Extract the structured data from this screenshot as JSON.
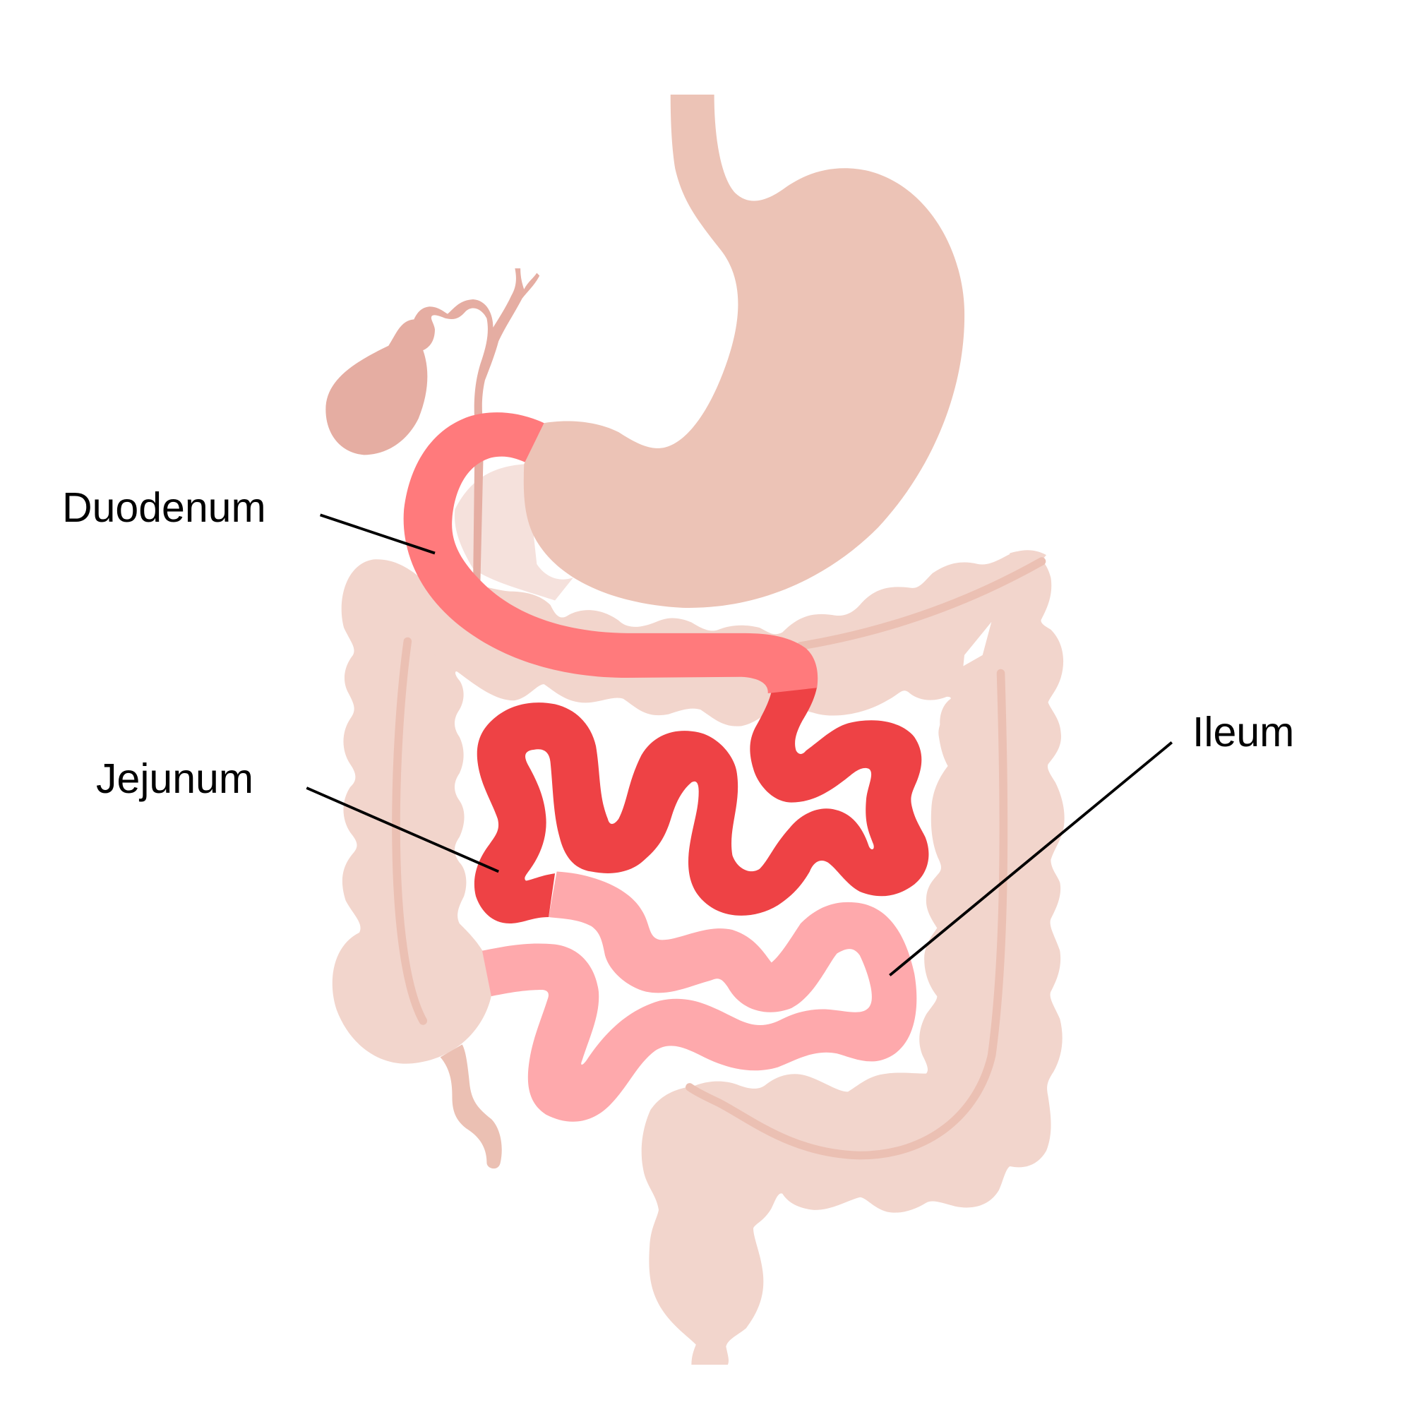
{
  "diagram": {
    "subject": "Small intestine sections within the digestive tract",
    "labels": [
      {
        "id": "duodenum",
        "text": "Duodenum"
      },
      {
        "id": "jejunum",
        "text": "Jejunum"
      },
      {
        "id": "ileum",
        "text": "Ileum"
      }
    ],
    "colors": {
      "stomach": "#ECC3B6",
      "gallbladder": "#E5ADA2",
      "pancreas": "#F5E1DC",
      "colon": "#F2D5CC",
      "colon_line": "#EBC0B3",
      "duodenum": "#FF7A7C",
      "jejunum": "#EE4245",
      "ileum": "#FEA9AC",
      "leader_line": "#000000"
    }
  }
}
